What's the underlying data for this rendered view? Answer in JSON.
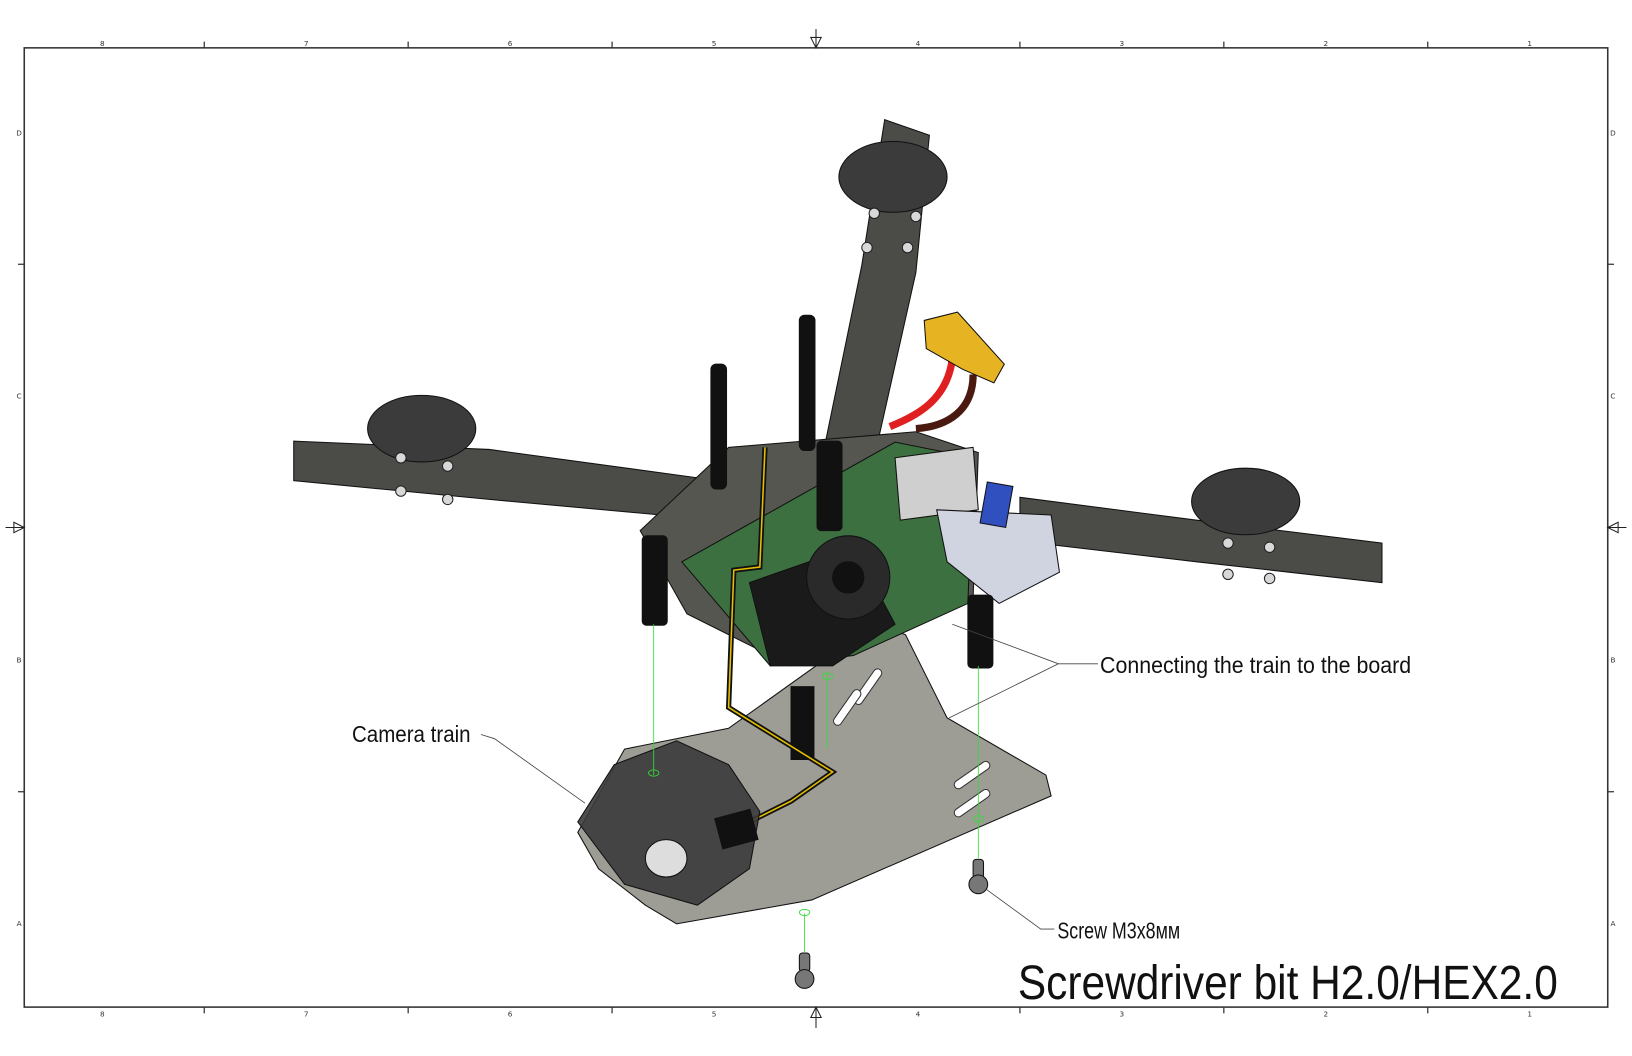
{
  "sheet": {
    "columns_top": [
      "8",
      "7",
      "6",
      "5",
      "4",
      "3",
      "2",
      "1"
    ],
    "columns_bottom": [
      "8",
      "7",
      "6",
      "5",
      "4",
      "3",
      "2",
      "1"
    ],
    "rows_left": [
      "D",
      "C",
      "B",
      "A"
    ],
    "rows_right": [
      "D",
      "C",
      "B",
      "A"
    ]
  },
  "annotations": {
    "connecting": "Connecting the train to the board",
    "camera_train": "Camera train",
    "screw": "Screw M3x8мм"
  },
  "title": "Screwdriver bit H2.0/HEX2.0",
  "colors": {
    "carbon": "#4b4c48",
    "board": "#3d7040",
    "plate": "#8c8b82",
    "connector": "#e6b422",
    "wire": "#e02020",
    "guide": "#33dd33"
  }
}
